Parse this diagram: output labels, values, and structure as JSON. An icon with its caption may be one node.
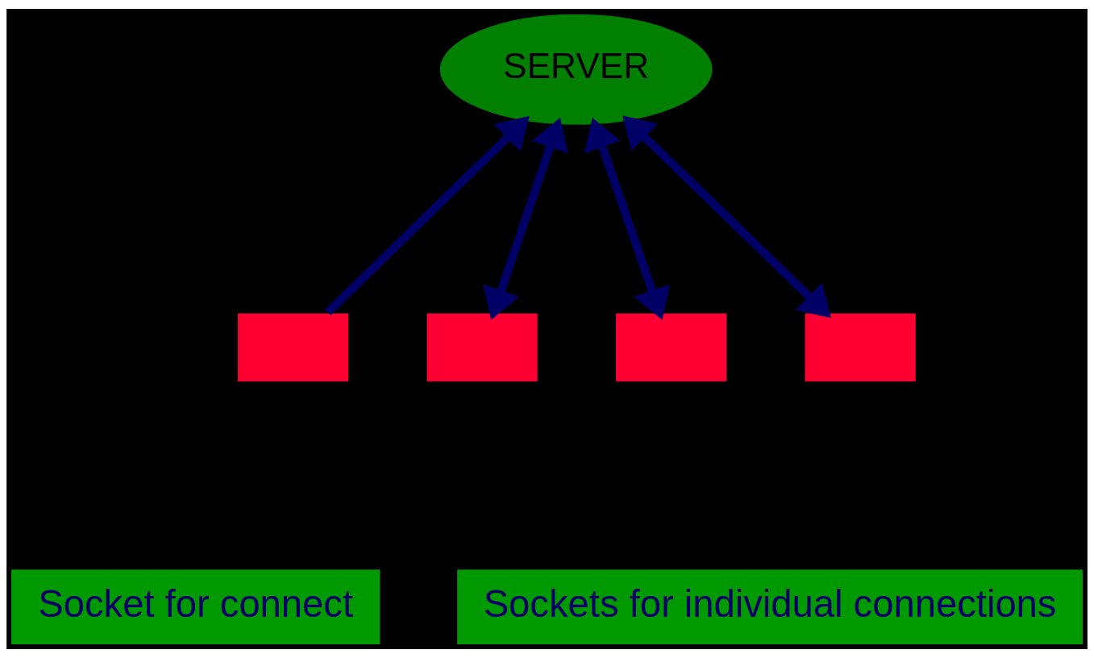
{
  "diagram": {
    "nodes": [
      {
        "text": [
          "SERVER"
        ]
      },
      {
        "text": [],
        "shape": "box"
      },
      {
        "text": [],
        "shape": "box"
      },
      {
        "text": [],
        "shape": "box"
      },
      {
        "text": [],
        "shape": "box"
      }
    ],
    "edges": [
      {
        "from": 1,
        "to": 0,
        "arrow": "to"
      },
      {
        "from": 2,
        "to": 0,
        "arrow": "both"
      },
      {
        "from": 3,
        "to": 0,
        "arrow": "both"
      },
      {
        "from": 4,
        "to": 0,
        "arrow": "both"
      }
    ],
    "labels": [
      "Socket for connect",
      "Sockets for individual connections"
    ]
  }
}
